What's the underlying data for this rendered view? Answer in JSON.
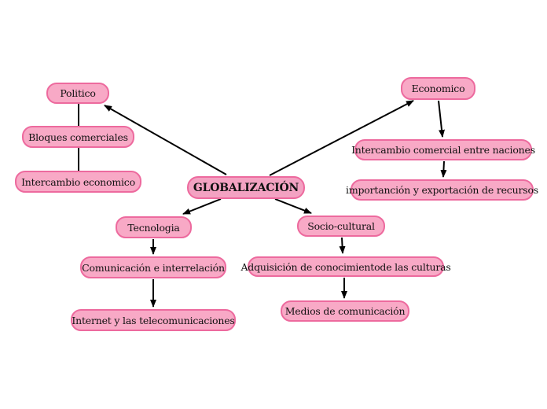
{
  "diagram": {
    "central": "GLOBALIZACIÓN",
    "nodes": {
      "politico": "Politico",
      "bloques_comerciales": "Bloques comerciales",
      "intercambio_economico": "Intercambio economico",
      "economico": "Economico",
      "intercambio_comercial": "Intercambio comercial entre naciones",
      "importacion_exportacion": "importanción y exportación de recursos",
      "tecnologia": "Tecnologia",
      "comunicacion_interrelacion": "Comunicación e interrelación",
      "internet_telecomunicaciones": "Internet y las telecomunicaciones",
      "socio_cultural": "Socio-cultural",
      "adquisicion_conocimiento": "Adquisición de conocimientode las culturas",
      "medios_comunicacion": "Medios de comunicación"
    },
    "edges": [
      {
        "from": "GLOBALIZACIÓN",
        "to": "Politico",
        "arrow": true
      },
      {
        "from": "GLOBALIZACIÓN",
        "to": "Economico",
        "arrow": true
      },
      {
        "from": "GLOBALIZACIÓN",
        "to": "Tecnologia",
        "arrow": true
      },
      {
        "from": "GLOBALIZACIÓN",
        "to": "Socio-cultural",
        "arrow": true
      },
      {
        "from": "Politico",
        "to": "Bloques comerciales",
        "arrow": false
      },
      {
        "from": "Bloques comerciales",
        "to": "Intercambio economico",
        "arrow": false
      },
      {
        "from": "Economico",
        "to": "Intercambio comercial entre naciones",
        "arrow": true
      },
      {
        "from": "Intercambio comercial entre naciones",
        "to": "importanción y exportación de recursos",
        "arrow": true
      },
      {
        "from": "Tecnologia",
        "to": "Comunicación e interrelación",
        "arrow": true
      },
      {
        "from": "Comunicación e interrelación",
        "to": "Internet y las telecomunicaciones",
        "arrow": true
      },
      {
        "from": "Socio-cultural",
        "to": "Adquisición de conocimientode las culturas",
        "arrow": true
      },
      {
        "from": "Adquisición de conocimientode las culturas",
        "to": "Medios de comunicación",
        "arrow": true
      }
    ]
  },
  "colors": {
    "background": "#FFFFFF",
    "node_fill": "#F8A9C6",
    "central_fill": "#F3A2C2",
    "node_border": "#ED6A9E",
    "arrow": "#000000",
    "text": "#111111"
  }
}
